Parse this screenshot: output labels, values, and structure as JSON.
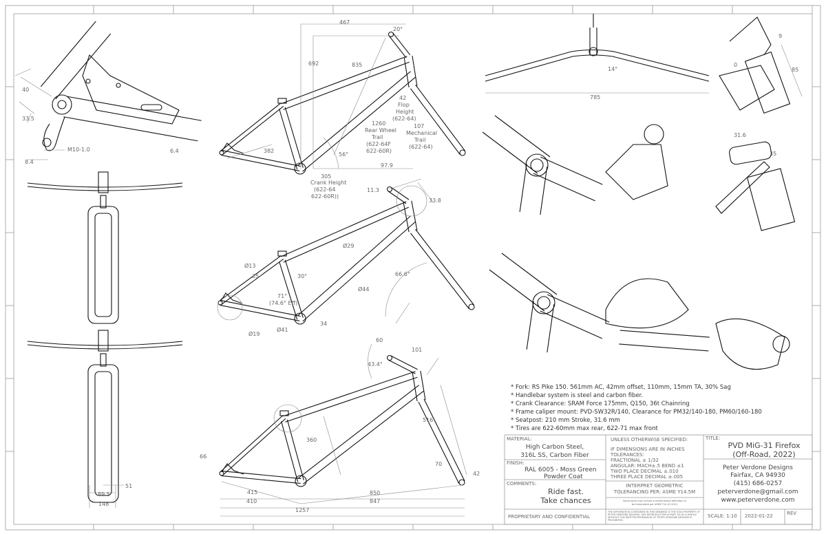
{
  "notes": [
    "* Fork: RS Pike 150. 561mm AC, 42mm offset, 110mm, 15mm TA, 30% Sag",
    "* Handlebar system is steel and carbon fiber.",
    "* Crank Clearance: SRAM Force 175mm, Q150, 36t Chainring",
    "* Frame caliper mount: PVD-SW32R/140, Clearance for PM32/140-180, PM60/160-180",
    "* Seatpost: 210 mm Stroke, 31.6 mm",
    "* Tires are 622-60mm max rear, 622-71 max front"
  ],
  "title_block": {
    "material_label": "MATERIAL:",
    "material_lines": [
      "High Carbon Steel,",
      "316L SS, Carbon Fiber"
    ],
    "finish_label": "FINISH:",
    "finish_lines": [
      "RAL 6005 - Moss Green",
      "Powder Coat"
    ],
    "comments_label": "COMMENTS:",
    "comments_lines": [
      "Ride fast.",
      "Take chances"
    ],
    "proprietary": "PROPRIETARY AND CONFIDENTIAL",
    "unless": "UNLESS OTHERWISE SPECIFIED:",
    "tolerance_lines": [
      "IF DIMENSIONS ARE IN INCHES",
      "TOLERANCES:",
      "FRACTIONAL ± 1/32",
      "ANGULAR: MACH±.5   BEND ±1",
      "TWO PLACE DECIMAL    ±.010",
      "THREE PLACE DECIMAL  ±.005"
    ],
    "interpret_lines": [
      "INTERPRET GEOMETRIC",
      "TOLERANCING PER: ASME Y14.5M"
    ],
    "model_note_lines": [
      "Some parts may include a model-based definition to",
      "be interpreted per ASME Y14.41-2012"
    ],
    "info_lines": [
      "THE INFORMATION CONTAINED IN THIS DRAWING IS THE SOLE PROPERTY OF",
      "PETER VERDONE DESIGNS. ANY REPRODUCTION IN PART OR AS A WHOLE",
      "WITHOUT THE WRITTEN PERMISSION OF PETER VERDONE DESIGNS IS",
      "PROHIBITED."
    ],
    "title_label": "TITLE:",
    "title_lines": [
      "PVD MiG-31 Firefox",
      "(Off-Road, 2022)"
    ],
    "company_lines": [
      "Peter Verdone Designs",
      "Fairfax, CA 94930",
      "(415) 686-0257",
      "peterverdone@gmail.com",
      "www.peterverdone.com"
    ],
    "scale": "SCALE: 1:10",
    "date": "2022-01-22",
    "rev_label": "REV"
  },
  "dimensions": {
    "dropout": [
      "40",
      "33.5",
      "M10-1.0",
      "8.4",
      "6.4"
    ],
    "front_view": [
      "51",
      "89.5",
      "148"
    ],
    "side1": [
      "467",
      "692",
      "835",
      "20°",
      "382",
      "56°",
      "305",
      "Crank Height",
      "(622-64",
      "622-60R))",
      "42",
      "Flop",
      "Height",
      "(622-64)",
      "1260",
      "Rear Wheel",
      "Trail",
      "(622-64F",
      "622-60R)",
      "107",
      "Mechanical",
      "Trail",
      "(622-64)"
    ],
    "side2": [
      "97.9",
      "11.3",
      "33.8",
      "Ø29",
      "Ø13",
      "35",
      "30°",
      "71°",
      "(74.6° Eff)",
      "Ø44",
      "66.6°",
      "Ø19",
      "Ø41",
      "34"
    ],
    "side3": [
      "60",
      "101",
      "43.4°",
      "516",
      "360",
      "66",
      "70",
      "42",
      "415",
      "850",
      "410",
      "847",
      "1257"
    ],
    "handlebar": [
      "785",
      "14°"
    ],
    "headtube": [
      "9",
      "85",
      "0"
    ],
    "seatclamp": [
      "31.6",
      "35"
    ]
  }
}
